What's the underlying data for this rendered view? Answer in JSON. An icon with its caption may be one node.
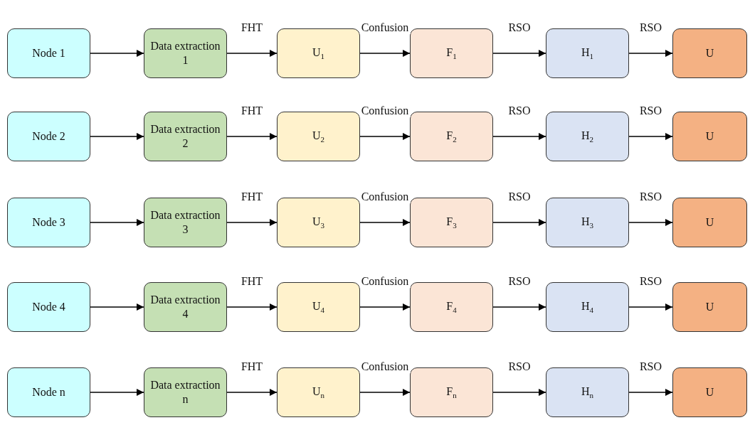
{
  "diagram": {
    "nodes": [
      {
        "text": [
          "Node 1"
        ]
      },
      {
        "text": [
          "Data extraction 1"
        ]
      },
      {
        "text": [
          "U$_{1}$"
        ]
      },
      {
        "text": [
          "F$_{1}$"
        ]
      },
      {
        "text": [
          "H$_{1}$"
        ]
      },
      {
        "text": [
          "U"
        ]
      },
      {
        "text": [
          "Node 2"
        ]
      },
      {
        "text": [
          "Data extraction 2"
        ]
      },
      {
        "text": [
          "U$_{2}$"
        ]
      },
      {
        "text": [
          "F$_{2}$"
        ]
      },
      {
        "text": [
          "H$_{2}$"
        ]
      },
      {
        "text": [
          "U"
        ]
      },
      {
        "text": [
          "Node 3"
        ]
      },
      {
        "text": [
          "Data extraction 3"
        ]
      },
      {
        "text": [
          "U$_{3}$"
        ]
      },
      {
        "text": [
          "F$_{3}$"
        ]
      },
      {
        "text": [
          "H$_{3}$"
        ]
      },
      {
        "text": [
          "U"
        ]
      },
      {
        "text": [
          "Node 4"
        ]
      },
      {
        "text": [
          "Data extraction 4"
        ]
      },
      {
        "text": [
          "U$_{4}$"
        ]
      },
      {
        "text": [
          "F$_{4}$"
        ]
      },
      {
        "text": [
          "H$_{4}$"
        ]
      },
      {
        "text": [
          "U"
        ]
      },
      {
        "text": [
          "Node n"
        ]
      },
      {
        "text": [
          "Data extraction n"
        ]
      },
      {
        "text": [
          "U$_{n}$"
        ]
      },
      {
        "text": [
          "F$_{n}$"
        ]
      },
      {
        "text": [
          "H$_{n}$"
        ]
      },
      {
        "text": [
          "U"
        ]
      }
    ],
    "edges": [
      {
        "from": 0,
        "to": 1,
        "arrow": "to"
      },
      {
        "from": 1,
        "to": 2,
        "arrow": "to",
        "label": "FHT"
      },
      {
        "from": 2,
        "to": 3,
        "arrow": "to",
        "label": "Confusion"
      },
      {
        "from": 3,
        "to": 4,
        "arrow": "to",
        "label": "RSO"
      },
      {
        "from": 4,
        "to": 5,
        "arrow": "to",
        "label": "RSO"
      },
      {
        "from": 6,
        "to": 7,
        "arrow": "to"
      },
      {
        "from": 7,
        "to": 8,
        "arrow": "to",
        "label": "FHT"
      },
      {
        "from": 8,
        "to": 9,
        "arrow": "to",
        "label": "Confusion"
      },
      {
        "from": 9,
        "to": 10,
        "arrow": "to",
        "label": "RSO"
      },
      {
        "from": 10,
        "to": 11,
        "arrow": "to",
        "label": "RSO"
      },
      {
        "from": 12,
        "to": 13,
        "arrow": "to"
      },
      {
        "from": 13,
        "to": 14,
        "arrow": "to",
        "label": "FHT"
      },
      {
        "from": 14,
        "to": 15,
        "arrow": "to",
        "label": "Confusion"
      },
      {
        "from": 15,
        "to": 16,
        "arrow": "to",
        "label": "RSO"
      },
      {
        "from": 16,
        "to": 17,
        "arrow": "to",
        "label": "RSO"
      },
      {
        "from": 18,
        "to": 19,
        "arrow": "to"
      },
      {
        "from": 19,
        "to": 20,
        "arrow": "to",
        "label": "FHT"
      },
      {
        "from": 20,
        "to": 21,
        "arrow": "to",
        "label": "Confusion"
      },
      {
        "from": 21,
        "to": 22,
        "arrow": "to",
        "label": "RSO"
      },
      {
        "from": 22,
        "to": 23,
        "arrow": "to",
        "label": "RSO"
      },
      {
        "from": 24,
        "to": 25,
        "arrow": "to"
      },
      {
        "from": 25,
        "to": 26,
        "arrow": "to",
        "label": "FHT"
      },
      {
        "from": 26,
        "to": 27,
        "arrow": "to",
        "label": "Confusion"
      },
      {
        "from": 27,
        "to": 28,
        "arrow": "to",
        "label": "RSO"
      },
      {
        "from": 28,
        "to": 29,
        "arrow": "to",
        "label": "RSO"
      }
    ]
  }
}
